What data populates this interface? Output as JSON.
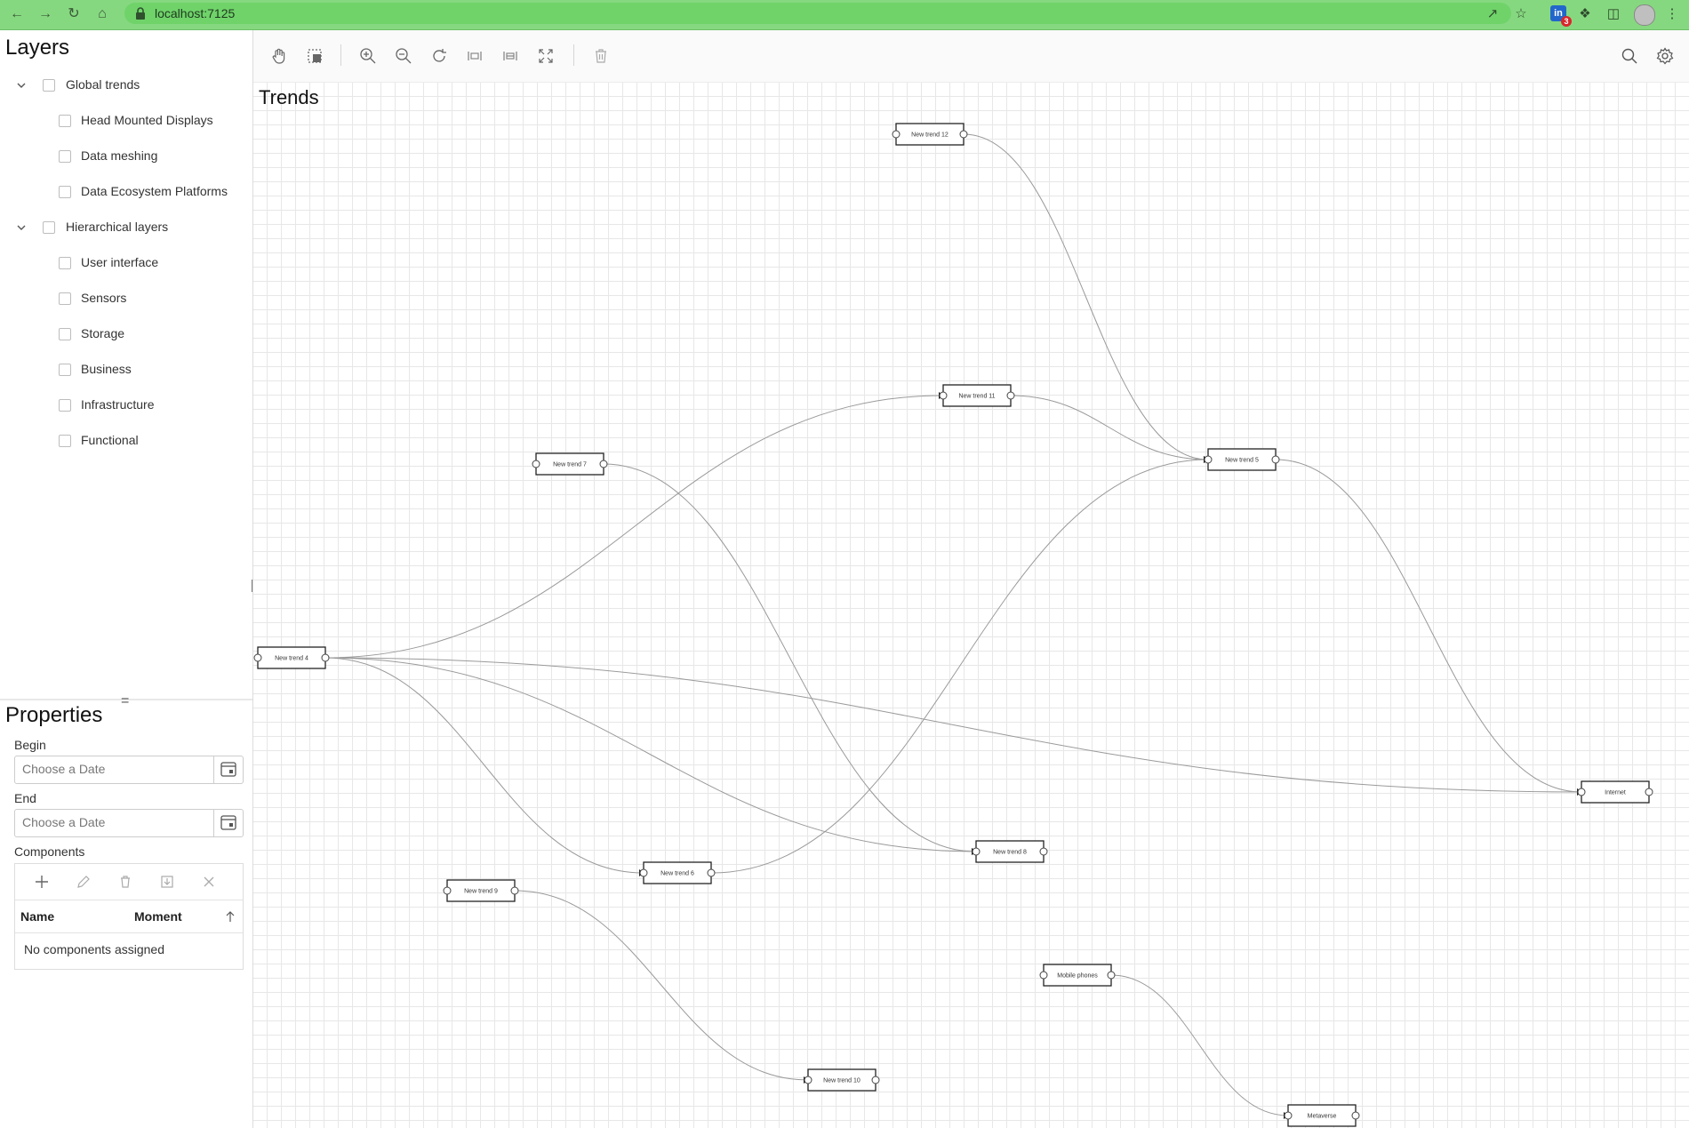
{
  "browser": {
    "url": "localhost:7125",
    "extension_badge_count": "3"
  },
  "layers": {
    "title": "Layers",
    "groups": [
      {
        "label": "Global trends",
        "items": [
          "Head Mounted Displays",
          "Data meshing",
          "Data Ecosystem Platforms"
        ]
      },
      {
        "label": "Hierarchical layers",
        "items": [
          "User interface",
          "Sensors",
          "Storage",
          "Business",
          "Infrastructure",
          "Functional"
        ]
      }
    ]
  },
  "properties": {
    "title": "Properties",
    "begin_label": "Begin",
    "begin_placeholder": "Choose a Date",
    "end_label": "End",
    "end_placeholder": "Choose a Date",
    "components_label": "Components",
    "table": {
      "col_name": "Name",
      "col_moment": "Moment",
      "empty_text": "No components assigned"
    }
  },
  "canvas": {
    "title": "Trends",
    "toolbar_icons": [
      "hand-pan-icon",
      "select-icon",
      "zoom-in-icon",
      "zoom-out-icon",
      "refresh-icon",
      "fit-width-icon",
      "fit-height-icon",
      "fullscreen-icon",
      "trash-icon"
    ],
    "right_icons": [
      "search-icon",
      "settings-icon"
    ],
    "nodes": [
      {
        "id": "t12",
        "label": "New trend 12"
      },
      {
        "id": "t11",
        "label": "New trend 11"
      },
      {
        "id": "t7",
        "label": "New trend 7"
      },
      {
        "id": "t5",
        "label": "New trend 5"
      },
      {
        "id": "t4",
        "label": "New trend 4"
      },
      {
        "id": "internet",
        "label": "Internet"
      },
      {
        "id": "t8",
        "label": "New trend 8"
      },
      {
        "id": "t6",
        "label": "New trend 6"
      },
      {
        "id": "t9",
        "label": "New trend 9"
      },
      {
        "id": "mobile",
        "label": "Mobile phones"
      },
      {
        "id": "t10",
        "label": "New trend 10"
      },
      {
        "id": "metaverse",
        "label": "Metaverse"
      }
    ],
    "edges": [
      {
        "from": "t12",
        "to": "t5"
      },
      {
        "from": "t11",
        "to": "t5"
      },
      {
        "from": "t6",
        "to": "t5"
      },
      {
        "from": "t5",
        "to": "internet"
      },
      {
        "from": "t4",
        "to": "t11"
      },
      {
        "from": "t4",
        "to": "internet"
      },
      {
        "from": "t4",
        "to": "t8"
      },
      {
        "from": "t4",
        "to": "t6"
      },
      {
        "from": "t7",
        "to": "t8"
      },
      {
        "from": "t9",
        "to": "t10"
      },
      {
        "from": "mobile",
        "to": "metaverse"
      }
    ]
  }
}
